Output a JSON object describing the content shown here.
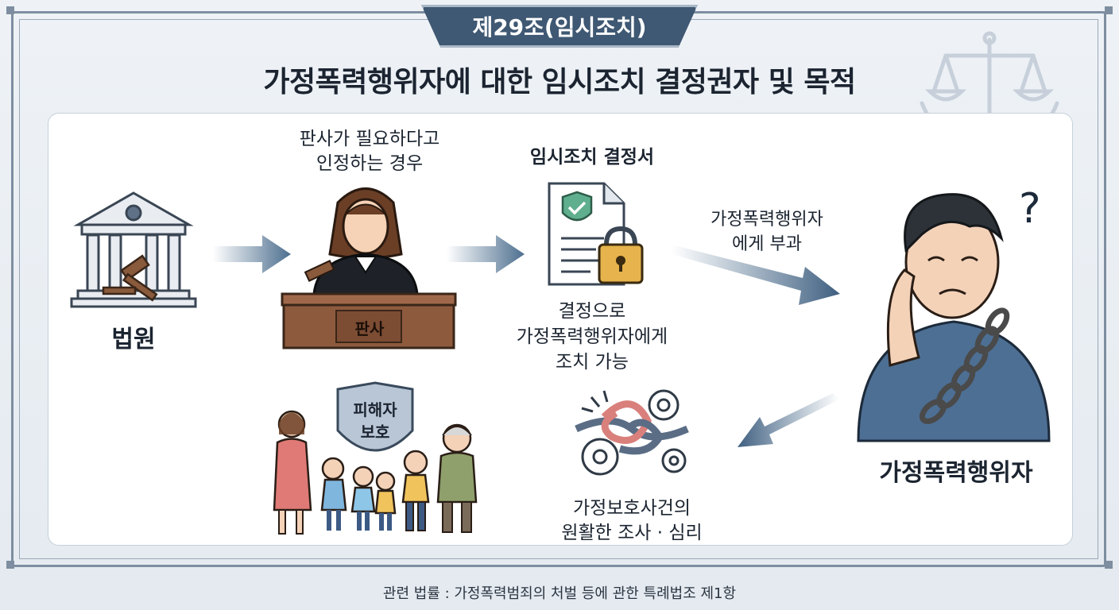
{
  "header": {
    "article": "제29조(임시조치)",
    "title": "가정폭력행위자에 대한 임시조치 결정권자 및 목적"
  },
  "nodes": {
    "court": "법원",
    "judge_condition": [
      "판사가 필요하다고",
      "인정하는 경우"
    ],
    "judge_desk": "판사",
    "order_title": "임시조치 결정서",
    "order_effect": [
      "결정으로",
      "가정폭력행위자에게",
      "조치 가능"
    ],
    "imposed_on": [
      "가정폭력행위자",
      "에게 부과"
    ],
    "offender": "가정폭력행위자",
    "victim_shield": [
      "피해자",
      "보호"
    ],
    "investigation": [
      "가정보호사건의",
      "원활한 조사 · 심리"
    ]
  },
  "footer": {
    "law": "관련 법률 : 가정폭력범죄의 처벌 등에 관한 특례법조 제1항"
  },
  "colors": {
    "navy": "#3f5873",
    "arrow": "#4d6f8f",
    "frame": "#7e8ea0"
  }
}
